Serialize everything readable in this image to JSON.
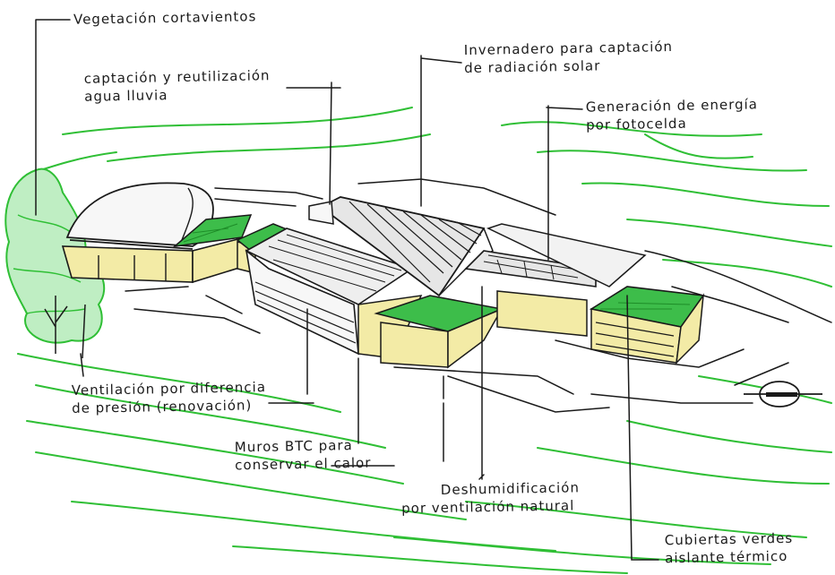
{
  "annotations": [
    {
      "id": "vegetacion",
      "lines": [
        "Vegetación cortavientos"
      ]
    },
    {
      "id": "captacion-agua",
      "lines": [
        "captación y reutilización",
        "agua lluvia"
      ]
    },
    {
      "id": "invernadero",
      "lines": [
        "Invernadero para captación",
        "de radiación solar"
      ]
    },
    {
      "id": "fotocelda",
      "lines": [
        "Generación de energía",
        "por fotocelda"
      ]
    },
    {
      "id": "ventilacion-presion",
      "lines": [
        "Ventilación por diferencia",
        "de presión (renovación)"
      ]
    },
    {
      "id": "muros-btc",
      "lines": [
        "Muros BTC para",
        "conservar el calor"
      ]
    },
    {
      "id": "deshumidificacion",
      "lines": [
        "Deshumidificación",
        "por ventilación natural"
      ]
    },
    {
      "id": "cubiertas-verdes",
      "lines": [
        "Cubiertas verdes",
        "aislante térmico"
      ]
    }
  ],
  "colors": {
    "ink": "#1a1a1a",
    "green": "#2fbf35",
    "wall": "#f3eba6",
    "roof_green": "#3dbd4a",
    "roof_gray": "#d9d9d9"
  }
}
